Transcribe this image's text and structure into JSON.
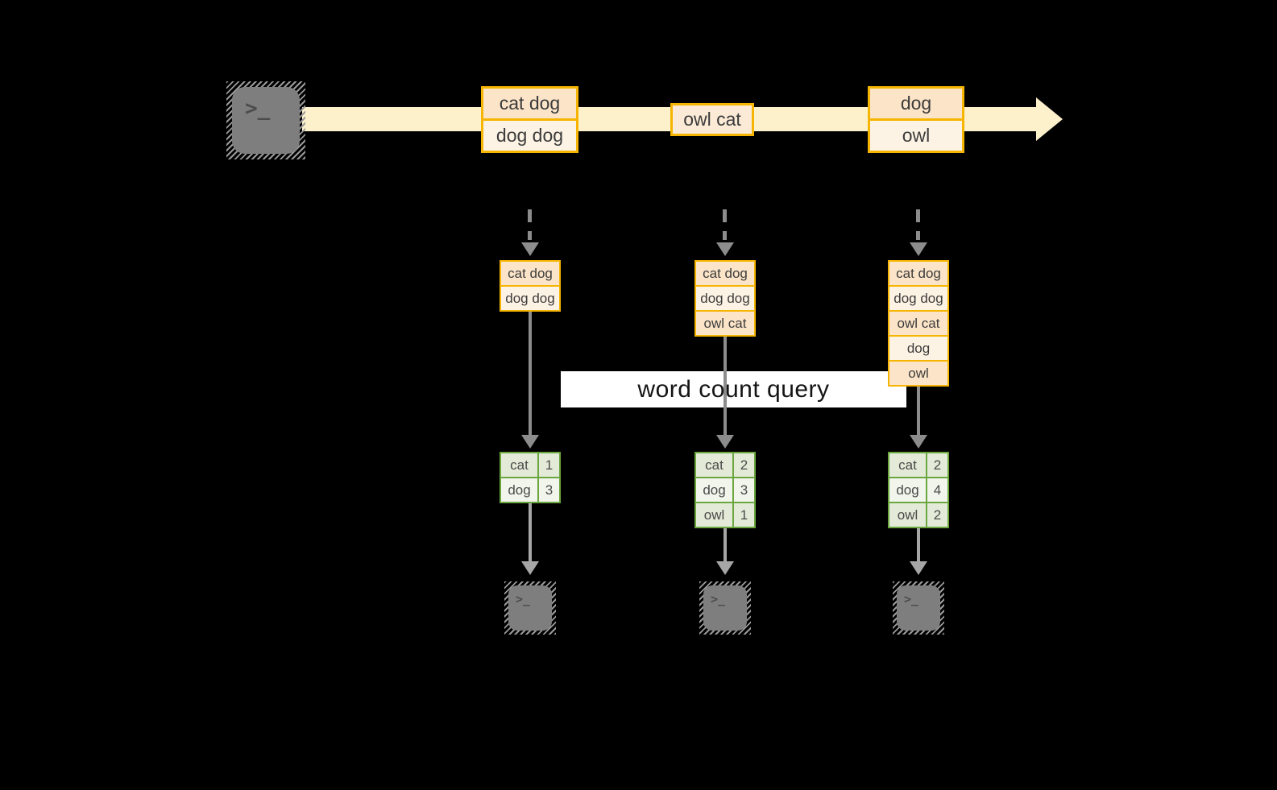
{
  "colors": {
    "background": "#000000",
    "stream_band": "#fdf1cb",
    "event_border": "#f6b500",
    "event_fill_dark": "#fbe4c7",
    "event_fill_light": "#fdf3e4",
    "table_border": "#6ba63e",
    "table_fill_dark": "#e3ebd8",
    "table_fill_light": "#f1f5ec",
    "connector_gray": "#8c8c8c",
    "connector_light_gray": "#a6a6a6",
    "terminal_gray": "#7e7e7e",
    "query_band_bg": "#ffffff",
    "query_text": "#141414"
  },
  "source": {
    "icon": "terminal-icon",
    "glyph": ">_"
  },
  "stream": {
    "events": [
      {
        "rows": [
          "cat dog",
          "dog dog"
        ]
      },
      {
        "rows": [
          "owl cat"
        ]
      },
      {
        "rows": [
          "dog",
          "owl"
        ]
      }
    ]
  },
  "query": {
    "label": "word count query"
  },
  "stacks": [
    {
      "rows": [
        "cat dog",
        "dog dog"
      ]
    },
    {
      "rows": [
        "cat dog",
        "dog dog",
        "owl cat"
      ]
    },
    {
      "rows": [
        "cat dog",
        "dog dog",
        "owl cat",
        "dog",
        "owl"
      ]
    }
  ],
  "results": [
    {
      "rows": [
        [
          "cat",
          "1"
        ],
        [
          "dog",
          "3"
        ]
      ]
    },
    {
      "rows": [
        [
          "cat",
          "2"
        ],
        [
          "dog",
          "3"
        ],
        [
          "owl",
          "1"
        ]
      ]
    },
    {
      "rows": [
        [
          "cat",
          "2"
        ],
        [
          "dog",
          "4"
        ],
        [
          "owl",
          "2"
        ]
      ]
    }
  ],
  "sinks": [
    {
      "icon": "terminal-icon",
      "glyph": ">_"
    },
    {
      "icon": "terminal-icon",
      "glyph": ">_"
    },
    {
      "icon": "terminal-icon",
      "glyph": ">_"
    }
  ]
}
